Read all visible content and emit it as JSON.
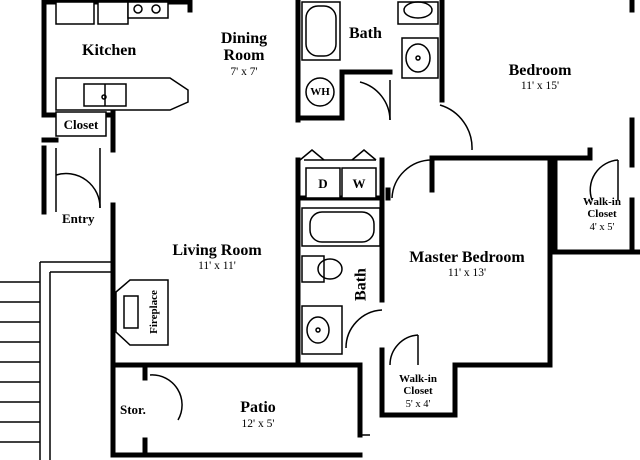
{
  "rooms": {
    "kitchen": {
      "name": "Kitchen"
    },
    "dining": {
      "name": "Dining\nRoom",
      "dims": "7' x 7'"
    },
    "bath_top": {
      "name": "Bath"
    },
    "bedroom": {
      "name": "Bedroom",
      "dims": "11' x 15'"
    },
    "closet": {
      "name": "Closet"
    },
    "water_heater": {
      "name": "WH"
    },
    "dryer": {
      "name": "D"
    },
    "washer": {
      "name": "W"
    },
    "entry": {
      "name": "Entry"
    },
    "living": {
      "name": "Living Room",
      "dims": "11' x 11'"
    },
    "fireplace": {
      "name": "Fireplace"
    },
    "bath_mid": {
      "name": "Bath"
    },
    "master": {
      "name": "Master Bedroom",
      "dims": "11' x 13'"
    },
    "walkin_right": {
      "name": "Walk-in\nCloset",
      "dims": "4' x 5'"
    },
    "walkin_bottom": {
      "name": "Walk-in\nCloset",
      "dims": "5' x 4'"
    },
    "storage": {
      "name": "Stor."
    },
    "patio": {
      "name": "Patio",
      "dims": "12' x 5'"
    }
  }
}
